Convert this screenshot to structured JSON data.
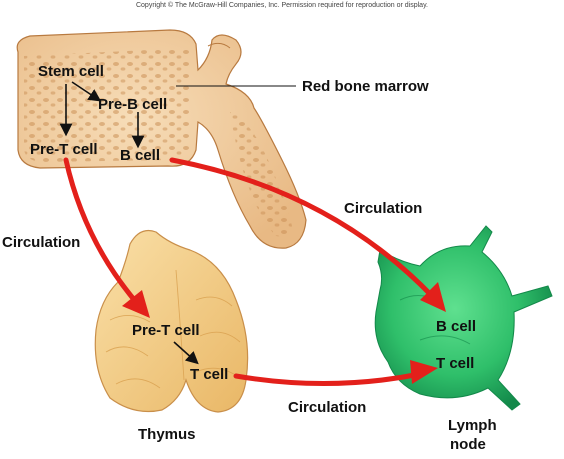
{
  "copyright": "Copyright © The McGraw-Hill Companies, Inc. Permission required for reproduction or display.",
  "colors": {
    "bone_fill": "#f2cfa2",
    "bone_dark": "#c98f55",
    "thymus_fill": "#f6d090",
    "thymus_dark": "#d9a04f",
    "lymph_fill": "#2fbf6a",
    "lymph_dark": "#13894a",
    "arrow_red": "#e3201b"
  },
  "bone_marrow": {
    "label": "Red bone marrow",
    "cells": {
      "stem": "Stem cell",
      "pre_b": "Pre-B cell",
      "pre_t": "Pre-T cell",
      "b": "B cell"
    }
  },
  "thymus": {
    "label": "Thymus",
    "cells": {
      "pre_t": "Pre-T cell",
      "t": "T cell"
    }
  },
  "lymph_node": {
    "label_line1": "Lymph",
    "label_line2": "node",
    "cells": {
      "b": "B cell",
      "t": "T cell"
    }
  },
  "circulation": {
    "left": "Circulation",
    "right": "Circulation",
    "bottom": "Circulation"
  },
  "icons": [
    "bone-marrow-illustration",
    "thymus-illustration",
    "lymph-node-illustration",
    "circulation-arrow"
  ]
}
